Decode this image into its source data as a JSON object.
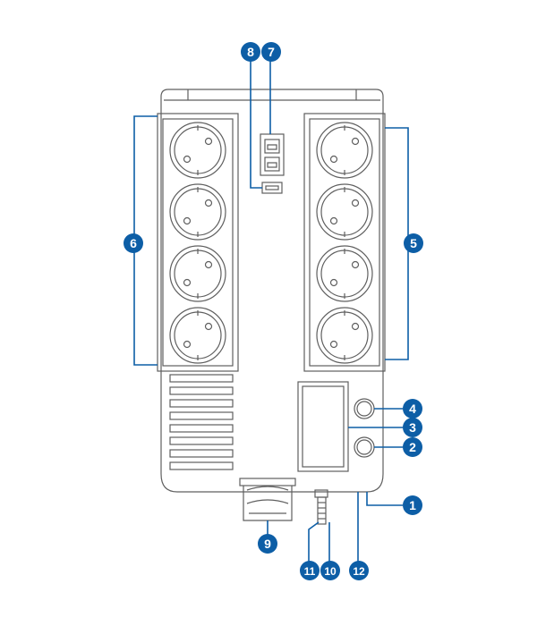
{
  "diagram": {
    "colors": {
      "outline": "#5f5f5f",
      "socket_fill": "#ffffff",
      "bracket": "#0d5ea6",
      "badge": "#0d5ea6",
      "badge_text": "#ffffff"
    },
    "callouts": [
      {
        "id": "c1",
        "label": "1"
      },
      {
        "id": "c2",
        "label": "2"
      },
      {
        "id": "c3",
        "label": "3"
      },
      {
        "id": "c4",
        "label": "4"
      },
      {
        "id": "c5",
        "label": "5"
      },
      {
        "id": "c6",
        "label": "6"
      },
      {
        "id": "c7",
        "label": "7"
      },
      {
        "id": "c8",
        "label": "8"
      },
      {
        "id": "c9",
        "label": "9"
      },
      {
        "id": "c10",
        "label": "10"
      },
      {
        "id": "c11",
        "label": "11"
      },
      {
        "id": "c12",
        "label": "12"
      }
    ]
  }
}
